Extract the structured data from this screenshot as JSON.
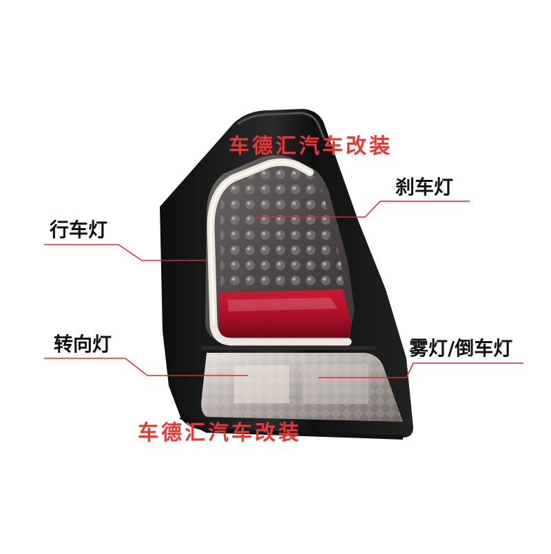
{
  "watermark": {
    "top_text": "车德汇汽车改装",
    "bottom_text": "车德汇汽车改装"
  },
  "callouts": {
    "brake": "刹车灯",
    "running": "行车灯",
    "turn": "转向灯",
    "fog_reverse": "雾灯/倒车灯"
  },
  "colors": {
    "leader_line": "#d32f2f",
    "housing": "#1a1a1a",
    "lens_red": "#b3122b",
    "light_guide": "#e8e8e0",
    "watermark": "#e53935"
  }
}
